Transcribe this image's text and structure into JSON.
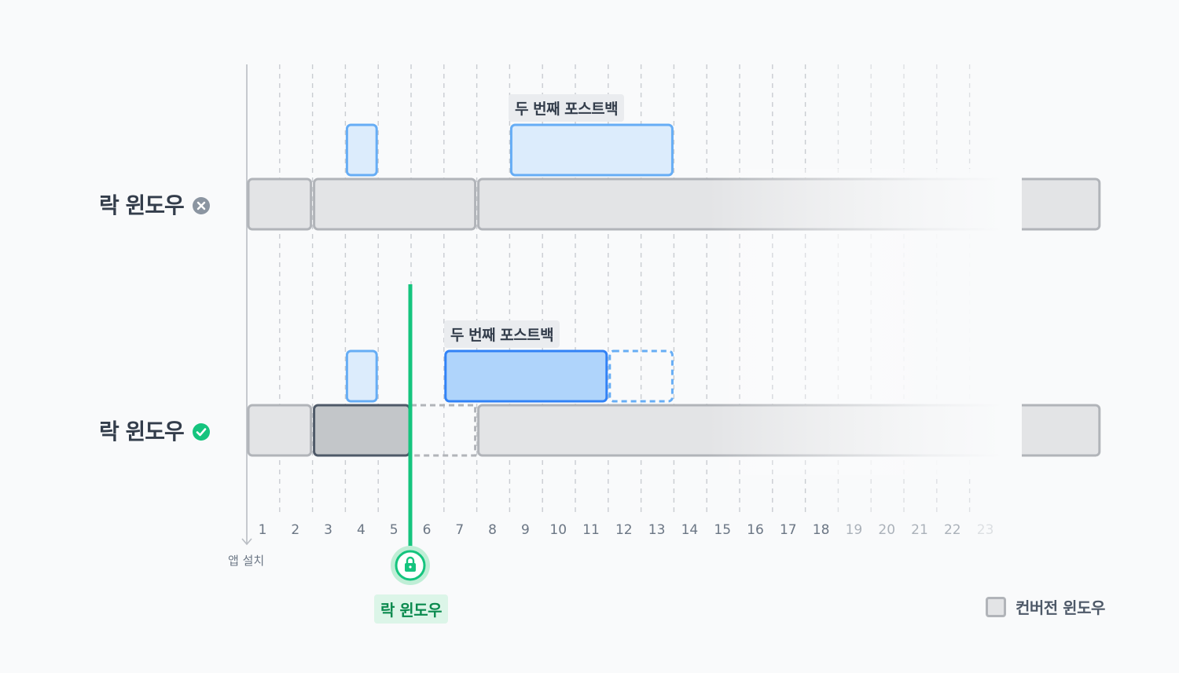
{
  "rows": [
    {
      "label": "락 윈도우",
      "status_icon": "x-circle-icon",
      "status_color": "#8b95a1",
      "tag": "두 번째 포스트백"
    },
    {
      "label": "락 윈도우",
      "status_icon": "check-circle-icon",
      "status_color": "#15c47e",
      "tag": "두 번째 포스트백"
    }
  ],
  "axis": {
    "caption": "앱 설치",
    "ticks": [
      "1",
      "2",
      "3",
      "4",
      "5",
      "6",
      "7",
      "8",
      "9",
      "10",
      "11",
      "12",
      "13",
      "14",
      "15",
      "16",
      "17",
      "18",
      "19",
      "20",
      "21",
      "22",
      "23"
    ]
  },
  "lock_marker": {
    "label": "락 윈도우",
    "icon": "lock-icon",
    "color": "#15c47e"
  },
  "legend": {
    "label": "컨버전 윈도우"
  },
  "colors": {
    "conversion_fill": "#e3e4e6",
    "conversion_stroke": "#b1b4b9",
    "locked_fill": "#c3c6c9",
    "locked_stroke": "#4e5968",
    "postback_fill": "#dcecfc",
    "postback_stroke": "#66adf5",
    "postback_active_fill": "#afd4fb",
    "postback_active_stroke": "#3182f6",
    "grid": "#c9ccd1"
  }
}
